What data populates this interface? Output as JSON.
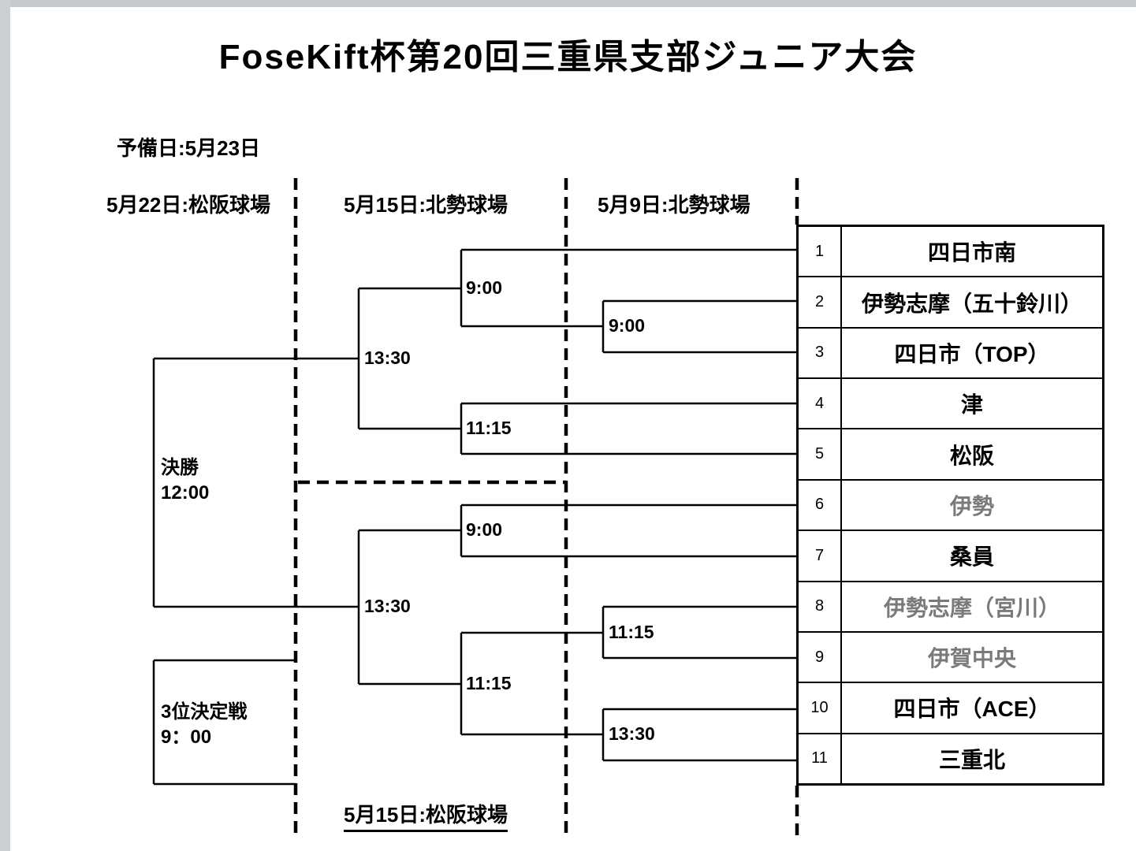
{
  "page": {
    "title": "FoseKift杯第20回三重県支部ジュニア大会",
    "reserve_day": "予備日:5月23日",
    "bottom_venue": "5月15日:松阪球場"
  },
  "columns": [
    {
      "label": "5月22日:松阪球場"
    },
    {
      "label": "5月15日:北勢球場"
    },
    {
      "label": "5月9日:北勢球場"
    }
  ],
  "bracket": {
    "final": {
      "label": "決勝",
      "time": "12:00"
    },
    "third_place": {
      "label": "3位決定戦",
      "time": "9：00"
    },
    "times": {
      "r1_game1": "9:00",
      "r1_game2": "11:15",
      "r1_game3": "13:30",
      "r2_upper_game1": "9:00",
      "r2_upper_game2": "11:15",
      "r2_lower_game1": "9:00",
      "r2_lower_game2": "11:15",
      "semi_upper": "13:30",
      "semi_lower": "13:30"
    }
  },
  "teams": [
    {
      "seed": "1",
      "name": "四日市南",
      "color": "#000000"
    },
    {
      "seed": "2",
      "name": "伊勢志摩（五十鈴川）",
      "color": "#000000"
    },
    {
      "seed": "3",
      "name": "四日市（TOP）",
      "color": "#000000"
    },
    {
      "seed": "4",
      "name": "津",
      "color": "#000000"
    },
    {
      "seed": "5",
      "name": "松阪",
      "color": "#000000"
    },
    {
      "seed": "6",
      "name": "伊勢",
      "color": "#7a7a7a"
    },
    {
      "seed": "7",
      "name": "桑員",
      "color": "#000000"
    },
    {
      "seed": "8",
      "name": "伊勢志摩（宮川）",
      "color": "#7a7a7a"
    },
    {
      "seed": "9",
      "name": "伊賀中央",
      "color": "#7a7a7a"
    },
    {
      "seed": "10",
      "name": "四日市（ACE）",
      "color": "#000000"
    },
    {
      "seed": "11",
      "name": "三重北",
      "color": "#000000"
    }
  ]
}
